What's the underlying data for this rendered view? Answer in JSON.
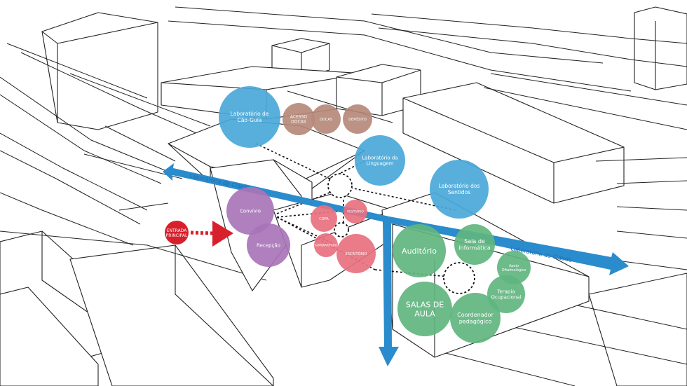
{
  "colors": {
    "blue": "#4aa8d8",
    "brown": "#b5897a",
    "pink": "#e8707f",
    "purple": "#a874b8",
    "green": "#5fb57f",
    "red": "#d8202c",
    "arrow": "#2a8ccc",
    "line": "#222222"
  },
  "arrows": {
    "west_label": "Laboratório da Cidade",
    "east_label": "Laboratório da Cidade"
  },
  "entrance": {
    "line1": "ENTRADA",
    "line2": "PRINCIPAL"
  },
  "bubbles": [
    {
      "id": "lab-cao-guia",
      "group": "blue",
      "lines": [
        "Laboratório de",
        "Cão-Guia"
      ]
    },
    {
      "id": "acesso-docas",
      "group": "brown",
      "lines": [
        "ACESSO",
        "DOCAS"
      ]
    },
    {
      "id": "docas",
      "group": "brown",
      "lines": [
        "DOCAS"
      ]
    },
    {
      "id": "deposito",
      "group": "brown",
      "lines": [
        "DEPÓSITO"
      ]
    },
    {
      "id": "lab-linguagem",
      "group": "blue",
      "lines": [
        "Laboratório da",
        "Linguagem"
      ]
    },
    {
      "id": "lab-sentidos",
      "group": "blue",
      "lines": [
        "Laboratório dos",
        "Sentidos"
      ]
    },
    {
      "id": "convivio",
      "group": "purple",
      "lines": [
        "Convívio"
      ]
    },
    {
      "id": "recepcao",
      "group": "purple",
      "lines": [
        "Recepção"
      ]
    },
    {
      "id": "copa",
      "group": "pink",
      "lines": [
        "COPA"
      ]
    },
    {
      "id": "vestiario",
      "group": "pink",
      "lines": [
        "VESTIÁRIO"
      ]
    },
    {
      "id": "almoxarifado",
      "group": "pink",
      "lines": [
        "ALMOXARIFADO"
      ]
    },
    {
      "id": "escritorio",
      "group": "pink",
      "lines": [
        "ESCRITÓRIO"
      ]
    },
    {
      "id": "auditorio",
      "group": "green",
      "lines": [
        "Auditório"
      ]
    },
    {
      "id": "sala-informatica",
      "group": "green",
      "lines": [
        "Sala de",
        "Informática"
      ]
    },
    {
      "id": "apoio-oftalmologico",
      "group": "green",
      "lines": [
        "Apoio",
        "Oftalmológico"
      ]
    },
    {
      "id": "terapia-ocupacional",
      "group": "green",
      "lines": [
        "Terapia",
        "Ocupacional"
      ]
    },
    {
      "id": "salas-de-aula",
      "group": "green",
      "lines": [
        "SALAS DE",
        "AULA"
      ]
    },
    {
      "id": "coordenador-pedagogico",
      "group": "green",
      "lines": [
        "Coordenador",
        "pedagógico"
      ]
    }
  ]
}
